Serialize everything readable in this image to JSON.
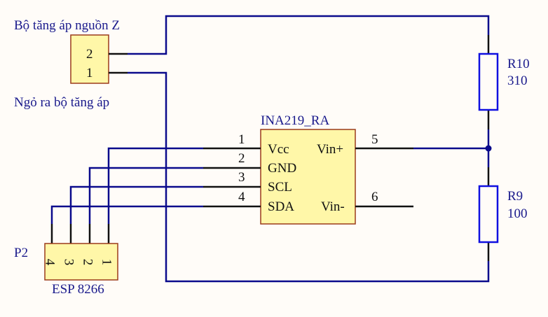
{
  "colors": {
    "wire": "#0a0a8c",
    "pin": "#111111",
    "part_fill": "#fff7a8",
    "part_border": "#9b3b1a",
    "resistor": "#1010e0",
    "label": "#1a1a8c"
  },
  "connector_boost": {
    "title": "Bộ tăng áp nguồn Z",
    "subtitle": "Ngỏ ra bộ tăng áp",
    "pins": [
      "2",
      "1"
    ]
  },
  "ina219": {
    "designator": "INA219_RA",
    "left_pins": [
      {
        "num": "1",
        "name": "Vcc"
      },
      {
        "num": "2",
        "name": "GND"
      },
      {
        "num": "3",
        "name": "SCL"
      },
      {
        "num": "4",
        "name": "SDA"
      }
    ],
    "right_pins": [
      {
        "num": "5",
        "name": "Vin+"
      },
      {
        "num": "6",
        "name": "Vin-"
      }
    ]
  },
  "r10": {
    "designator": "R10",
    "value": "310"
  },
  "r9": {
    "designator": "R9",
    "value": "100"
  },
  "p2": {
    "designator": "P2",
    "label": "ESP 8266",
    "pins": [
      "4",
      "3",
      "2",
      "1"
    ]
  }
}
